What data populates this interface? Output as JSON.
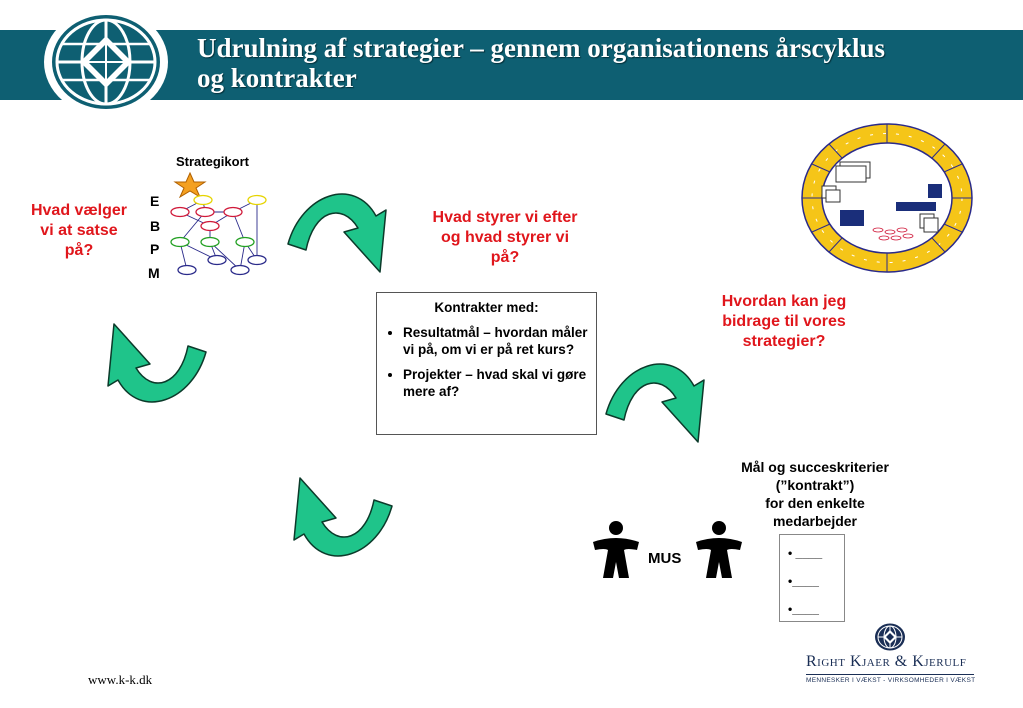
{
  "header": {
    "title_line1": "Udrulning af  strategier – gennem organisationens årscyklus",
    "title_line2": "og kontrakter"
  },
  "strategy_map": {
    "label": "Strategikort",
    "rows": [
      "E",
      "B",
      "P",
      "M"
    ]
  },
  "questions": {
    "q_left_1": "Hvad vælger",
    "q_left_2": "vi at satse",
    "q_left_3": "på?",
    "q_mid_1": "Hvad styrer vi efter",
    "q_mid_2": "og hvad styrer vi",
    "q_mid_3": "på?",
    "q_right_1": "Hvordan kan jeg",
    "q_right_2": "bidrage til vores",
    "q_right_3": "strategier?"
  },
  "contract": {
    "title": "Kontrakter med:",
    "items": [
      "Resultatmål – hvordan måler vi på, om vi er på ret kurs?",
      "Projekter – hvad skal vi gøre mere af?"
    ]
  },
  "goals": {
    "line1": "Mål og succeskriterier",
    "line2": "(”kontrakt”)",
    "line3": "for den enkelte",
    "line4": "medarbejder",
    "bullets": [
      "• ____",
      "•____",
      "•____"
    ]
  },
  "mus_label": "MUS",
  "footer": {
    "url": "www.k-k.dk",
    "brand": "Right Kjaer & Kjerulf",
    "tagline": "MENNESKER I VÆKST - VIRKSOMHEDER I VÆKST"
  },
  "colors": {
    "header_bg": "#0e5f72",
    "question_red": "#e0161c",
    "arrow_green": "#1fc48a",
    "cycle_yellow": "#f5c518",
    "brand_navy": "#1a2e55"
  }
}
